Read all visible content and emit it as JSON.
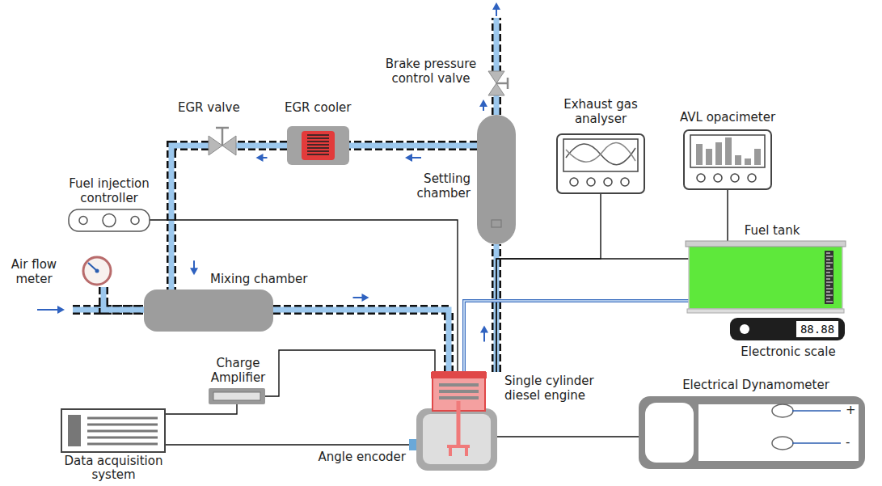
{
  "diagram": {
    "nodes": [
      {
        "text": [
          "Air flow meter"
        ]
      },
      {
        "text": [
          "Mixing chamber"
        ]
      },
      {
        "text": [
          "EGR valve"
        ]
      },
      {
        "text": [
          "EGR cooler"
        ]
      },
      {
        "text": [
          "Settling chamber"
        ]
      },
      {
        "text": [
          "Brake pressure control valve"
        ]
      },
      {
        "text": [
          "Exhaust gas analyser"
        ]
      },
      {
        "text": [
          "AVL opacimeter"
        ]
      },
      {
        "text": [
          "Fuel injection controller"
        ]
      },
      {
        "text": [
          "Fuel tank"
        ]
      },
      {
        "text": [
          "88.88",
          "Electronic scale"
        ]
      },
      {
        "text": [
          "Single cylinder diesel engine"
        ]
      },
      {
        "text": [
          "Charge Amplifier"
        ]
      },
      {
        "text": [
          "Data acquisition system"
        ]
      },
      {
        "text": [
          "Angle encoder"
        ]
      },
      {
        "text": [
          "Electrical Dynamometer",
          "+",
          "-"
        ]
      }
    ],
    "edges": [
      {
        "from": 0,
        "to": 1,
        "arrow": "none"
      },
      {
        "from": 1,
        "to": 11,
        "arrow": "to"
      },
      {
        "from": 11,
        "to": 4,
        "arrow": "to"
      },
      {
        "from": 4,
        "to": 3,
        "arrow": "to"
      },
      {
        "from": 3,
        "to": 2,
        "arrow": "to"
      },
      {
        "from": 2,
        "to": 1,
        "arrow": "to"
      },
      {
        "from": 4,
        "to": 5,
        "arrow": "to"
      },
      {
        "from": 11,
        "to": 6,
        "arrow": "none"
      },
      {
        "from": 11,
        "to": 7,
        "arrow": "none"
      },
      {
        "from": 9,
        "to": 11,
        "arrow": "none"
      },
      {
        "from": 8,
        "to": 11,
        "arrow": "none"
      },
      {
        "from": 12,
        "to": 11,
        "arrow": "none"
      },
      {
        "from": 13,
        "to": 12,
        "arrow": "none"
      },
      {
        "from": 13,
        "to": 14,
        "arrow": "none"
      },
      {
        "from": 11,
        "to": 15,
        "arrow": "none"
      }
    ]
  }
}
